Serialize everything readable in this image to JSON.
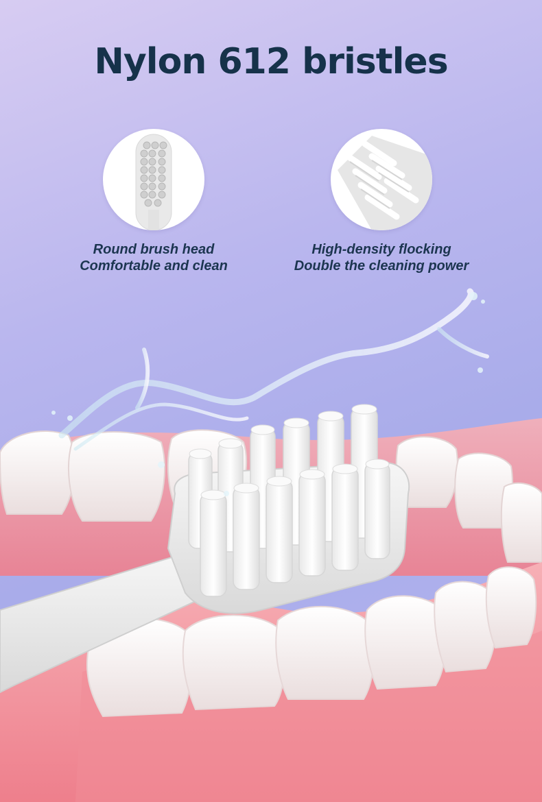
{
  "title": "Nylon 612 bristles",
  "features": [
    {
      "icon": "round-brush-head-icon",
      "line1": "Round brush head",
      "line2": "Comfortable and clean"
    },
    {
      "icon": "high-density-bristles-icon",
      "line1": "High-density flocking",
      "line2": "Double the cleaning power"
    }
  ],
  "colors": {
    "title": "#16324a",
    "caption": "#1c3550",
    "gum": "#f2919a",
    "tooth": "#f8f1f1",
    "brush": "#eeeeee"
  }
}
